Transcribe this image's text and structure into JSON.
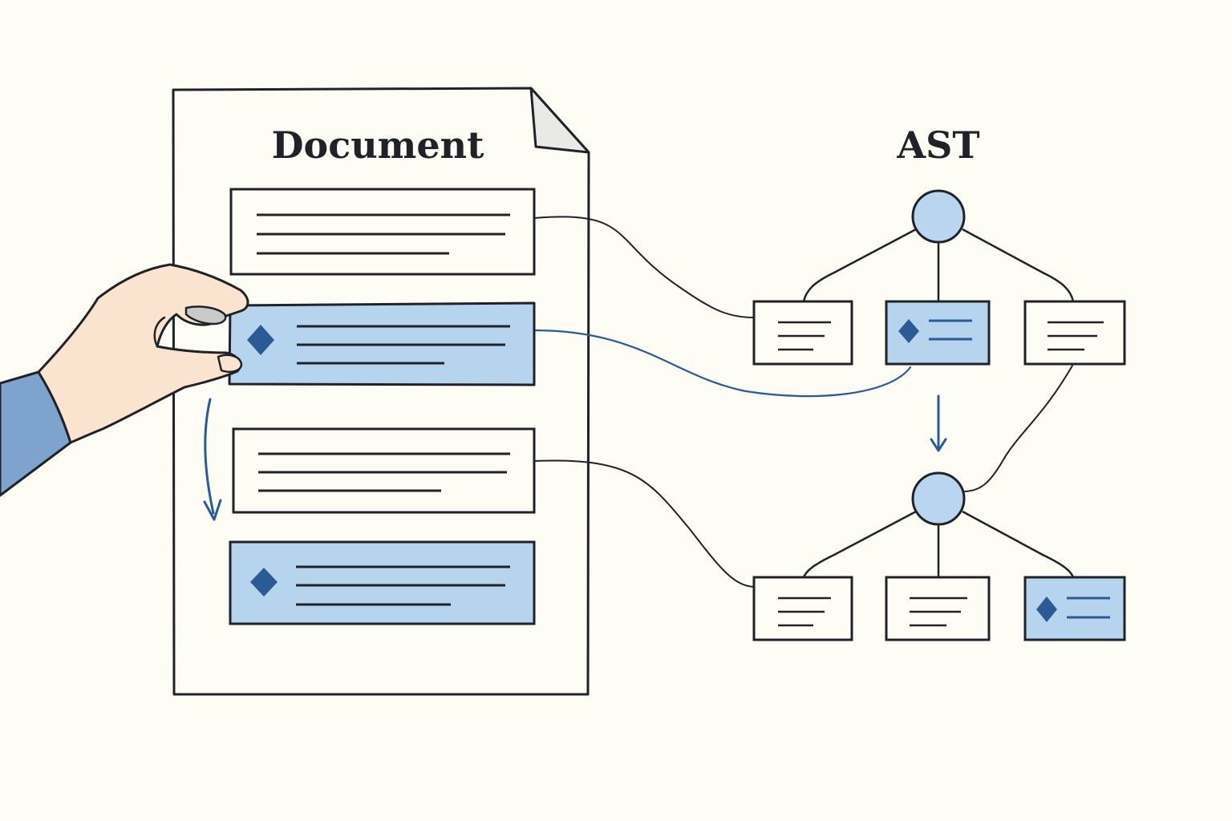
{
  "document": {
    "title": "Document",
    "blocks": [
      {
        "id": "doc-block-1",
        "highlighted": false,
        "icon": null
      },
      {
        "id": "doc-block-2",
        "highlighted": true,
        "icon": "diamond-icon",
        "state": "being-dragged"
      },
      {
        "id": "doc-block-3",
        "highlighted": false,
        "icon": null
      },
      {
        "id": "doc-block-4",
        "highlighted": true,
        "icon": "diamond-icon",
        "state": "drop-target"
      }
    ]
  },
  "ast": {
    "title": "AST",
    "root": {
      "type": "circle-node",
      "children": [
        {
          "id": "ast-leaf-1",
          "highlighted": false
        },
        {
          "id": "ast-leaf-2",
          "highlighted": true,
          "icon": "diamond-icon"
        },
        {
          "id": "ast-leaf-3",
          "highlighted": false
        }
      ]
    },
    "subtree": {
      "type": "circle-node",
      "children": [
        {
          "id": "ast-leaf-4",
          "highlighted": false
        },
        {
          "id": "ast-leaf-5",
          "highlighted": false
        },
        {
          "id": "ast-leaf-6",
          "highlighted": true,
          "icon": "diamond-icon"
        }
      ]
    }
  },
  "icons": [
    "hand-icon",
    "diamond-icon",
    "down-arrow-icon",
    "curved-arrow-icon"
  ],
  "colors": {
    "background": "#fdfcf5",
    "ink": "#1f2227",
    "highlight_fill": "#b7d4ef",
    "accent_blue": "#2a5b94",
    "node_fill": "#b9d5f0",
    "skin": "#fbe4cf",
    "sleeve": "#7ea3cd"
  }
}
